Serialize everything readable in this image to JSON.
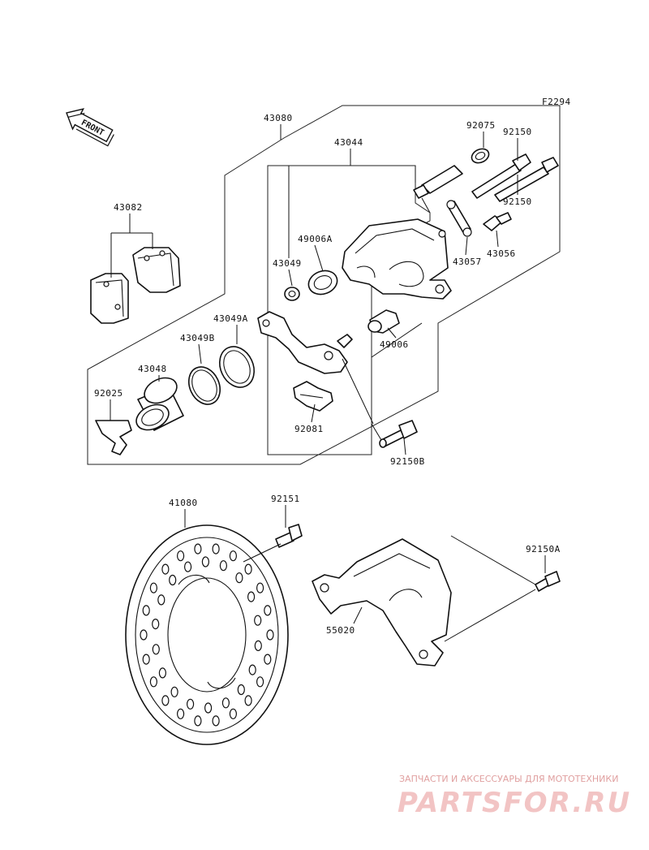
{
  "figure_code": "F2294",
  "front_label": "FRONT",
  "parts": [
    {
      "id": "p43080",
      "number": "43080"
    },
    {
      "id": "p43044",
      "number": "43044"
    },
    {
      "id": "p92075",
      "number": "92075"
    },
    {
      "id": "p92150a",
      "number": "92150"
    },
    {
      "id": "p92150b",
      "number": "92150"
    },
    {
      "id": "p43082",
      "number": "43082"
    },
    {
      "id": "p49006A",
      "number": "49006A"
    },
    {
      "id": "p43049",
      "number": "43049"
    },
    {
      "id": "p43057",
      "number": "43057"
    },
    {
      "id": "p43056",
      "number": "43056"
    },
    {
      "id": "p43049A",
      "number": "43049A"
    },
    {
      "id": "p43049B",
      "number": "43049B"
    },
    {
      "id": "p49006",
      "number": "49006"
    },
    {
      "id": "p43048",
      "number": "43048"
    },
    {
      "id": "p92025",
      "number": "92025"
    },
    {
      "id": "p92081",
      "number": "92081"
    },
    {
      "id": "p92150B",
      "number": "92150B"
    },
    {
      "id": "p41080",
      "number": "41080"
    },
    {
      "id": "p92151",
      "number": "92151"
    },
    {
      "id": "p92150A",
      "number": "92150A"
    },
    {
      "id": "p55020",
      "number": "55020"
    }
  ],
  "watermark": {
    "subtitle": "ЗАПЧАСТИ И АКСЕССУАРЫ ДЛЯ МОТОТЕХНИКИ",
    "brand": "PARTSFOR.RU"
  }
}
